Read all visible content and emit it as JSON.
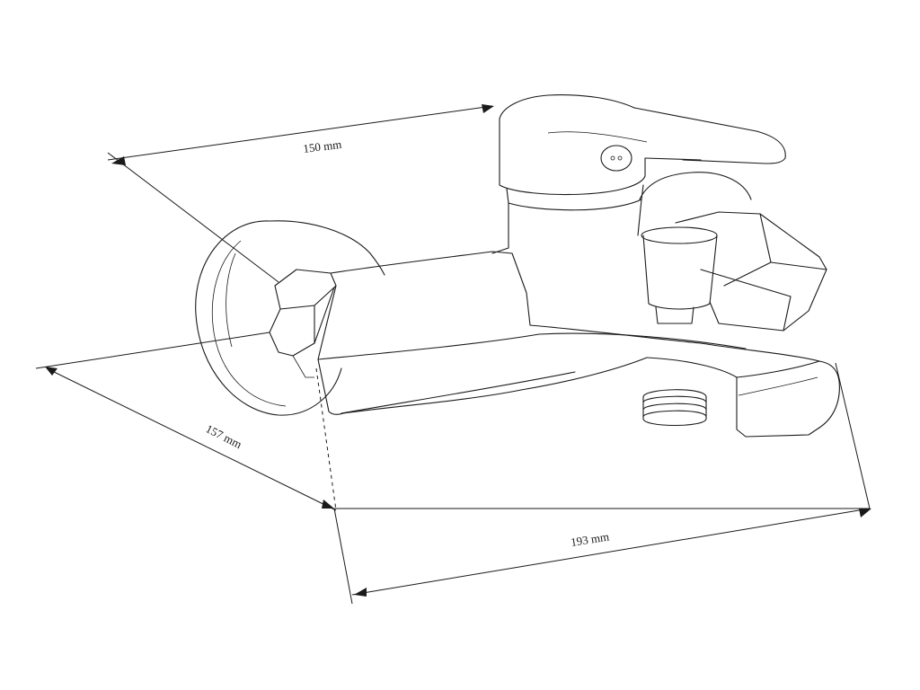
{
  "dimensions": {
    "width": {
      "label": "150 mm"
    },
    "depth": {
      "label": "157 mm"
    },
    "length": {
      "label": "193 mm"
    }
  },
  "colors": {
    "line": "#1a1a1a",
    "background": "#ffffff"
  }
}
